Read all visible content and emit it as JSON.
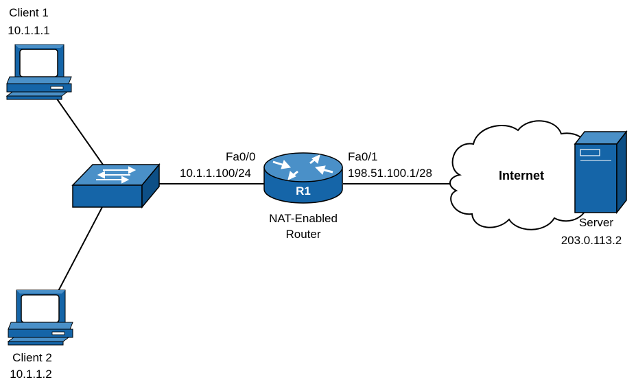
{
  "client1": {
    "name": "Client 1",
    "ip": "10.1.1.1"
  },
  "client2": {
    "name": "Client 2",
    "ip": "10.1.1.2"
  },
  "router": {
    "id": "R1",
    "description_line1": "NAT-Enabled",
    "description_line2": "Router",
    "inside": {
      "interface": "Fa0/0",
      "address": "10.1.1.100/24"
    },
    "outside": {
      "interface": "Fa0/1",
      "address": "198.51.100.1/28"
    }
  },
  "cloud": {
    "label": "Internet"
  },
  "server": {
    "name": "Server",
    "ip": "203.0.113.2"
  },
  "colors": {
    "device_blue": "#1565a8",
    "device_dark": "#0d4f86",
    "device_light": "#4a90c8",
    "outline": "#000000",
    "cloud_fill": "#ffffff"
  },
  "icons": {
    "client1": "desktop-pc-icon",
    "client2": "desktop-pc-icon",
    "switch": "workgroup-switch-icon",
    "router": "router-icon",
    "cloud": "internet-cloud-icon",
    "server": "server-tower-icon"
  }
}
